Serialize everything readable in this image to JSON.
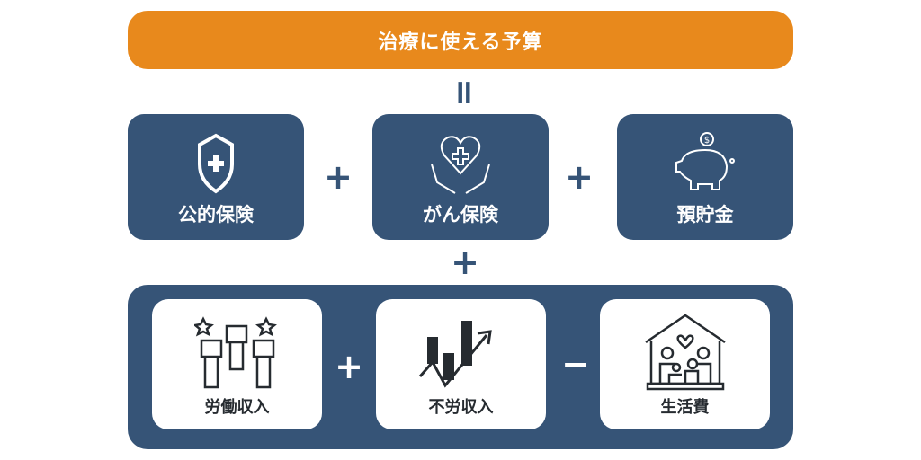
{
  "title": "治療に使える予算",
  "equals": "=",
  "plus": "+",
  "minus": "−",
  "top_items": [
    {
      "label": "公的保険",
      "icon": "shield-plus-icon"
    },
    {
      "label": "がん保険",
      "icon": "heart-hands-icon"
    },
    {
      "label": "預貯金",
      "icon": "piggy-bank-icon"
    }
  ],
  "bottom_items": [
    {
      "label": "労働収入",
      "icon": "raised-fists-icon"
    },
    {
      "label": "不労収入",
      "icon": "growth-chart-icon"
    },
    {
      "label": "生活費",
      "icon": "family-house-icon"
    }
  ],
  "colors": {
    "accent": "#E8891C",
    "navy": "#365477",
    "dark": "#262b30"
  }
}
